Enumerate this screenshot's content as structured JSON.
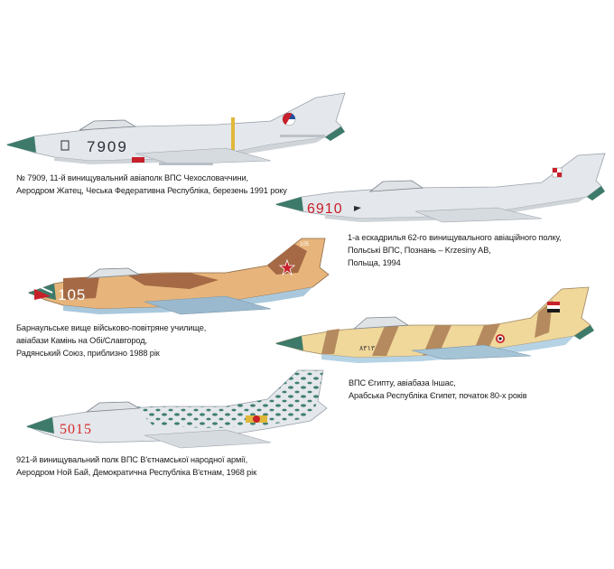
{
  "aircraft": [
    {
      "id": "czech",
      "number": "7909",
      "caption": [
        "№ 7909, 11-й винищувальний авіаполк ВПС Чехословаччини,",
        "Аеродром Жатец, Чеська Федеративна Республіка, березень 1991 року"
      ],
      "colors": {
        "body": "#e4e7eb",
        "shadow": "#cfd4d9",
        "nose": "#3d7a6a",
        "number": "#2a2f38"
      }
    },
    {
      "id": "polish",
      "number": "6910",
      "caption": [
        "1-а ескадрилья 62-го винищувального авіаційного полку,",
        "Польські ВПС, Познань – Krzesiny AB,",
        "Польща, 1994"
      ],
      "colors": {
        "body": "#e4e7eb",
        "shadow": "#cfd4d9",
        "nose": "#3d7a6a",
        "number": "#c8202a"
      }
    },
    {
      "id": "soviet",
      "number": "105",
      "fin_number": "105",
      "caption": [
        "Барнаульське вище військово-повітряне училище,",
        "авіабази Камінь на Обі/Славгород,",
        "Радянський Союз, приблизно 1988 рік"
      ],
      "colors": {
        "sand": "#e7b57b",
        "brown": "#a56a45",
        "under": "#a9c8dc",
        "nose": "#3d7a6a",
        "number": "#ffffff"
      }
    },
    {
      "id": "egypt",
      "number": "٨٣١٣",
      "caption": [
        "ВПС Єгипту, авіабаза Іншас,",
        "Арабська Республіка Єгипет, початок 80-х років"
      ],
      "colors": {
        "sand": "#f0d79a",
        "brown": "#b48a5e",
        "under": "#b5d3e4",
        "nose": "#3d7a6a",
        "number": "#3a3a3a"
      }
    },
    {
      "id": "vietnam",
      "number": "5015",
      "caption": [
        "921-й винищувальний полк ВПС В'єтнамської народної армії,",
        "Аеродром Ной Бай, Демократична Республіка В'єтнам, 1968 рік"
      ],
      "colors": {
        "body": "#e4e7eb",
        "spots": "#3f7f6f",
        "nose": "#3d7a6a",
        "number": "#d82a2a"
      }
    }
  ]
}
